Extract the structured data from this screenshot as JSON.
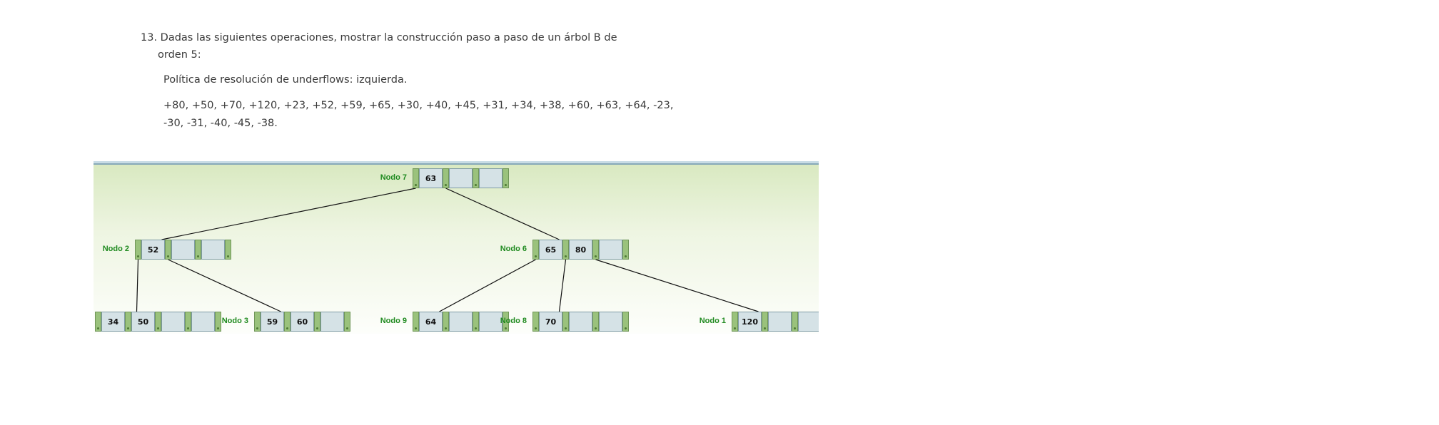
{
  "question": {
    "number_text": "13. Dadas las siguientes operaciones, mostrar la construcción paso a paso de un árbol B de",
    "continuation": "orden 5:",
    "policy": "Política de resolución de underflows: izquierda.",
    "operations_line1": "+80, +50, +70, +120, +23, +52, +59, +65, +30, +40, +45, +31, +34, +38, +60, +63, +64, -23,",
    "operations_line2": "-30, -31, -40, -45, -38."
  },
  "tree": {
    "colors": {
      "label": "#1f8a1f",
      "key_bg": "#d5e2e6",
      "pointer": "#9ac27c"
    },
    "nodes": [
      {
        "id": "n7",
        "label": "Nodo 7",
        "keys": [
          "63",
          "",
          ""
        ]
      },
      {
        "id": "n2",
        "label": "Nodo 2",
        "keys": [
          "52",
          "",
          ""
        ]
      },
      {
        "id": "n6",
        "label": "Nodo 6",
        "keys": [
          "65",
          "80",
          ""
        ]
      },
      {
        "id": "n0",
        "label": "",
        "keys": [
          "34",
          "50",
          "",
          ""
        ]
      },
      {
        "id": "n3",
        "label": "Nodo 3",
        "keys": [
          "59",
          "60",
          ""
        ]
      },
      {
        "id": "n9",
        "label": "Nodo 9",
        "keys": [
          "64",
          "",
          ""
        ]
      },
      {
        "id": "n8",
        "label": "Nodo 8",
        "keys": [
          "70",
          "",
          ""
        ]
      },
      {
        "id": "n1",
        "label": "Nodo 1",
        "keys": [
          "120",
          "",
          ""
        ]
      }
    ]
  }
}
